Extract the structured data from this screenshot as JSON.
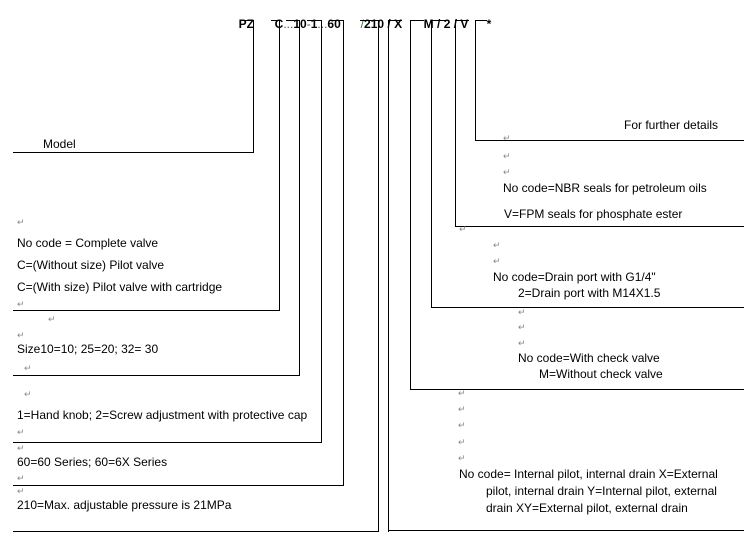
{
  "header": {
    "code_parts": [
      "PZ",
      "C",
      "10",
      "1",
      "60",
      "210",
      "X",
      "M",
      "2",
      "V",
      "*"
    ],
    "separators": [
      "...",
      "-",
      "...",
      "/",
      "/",
      "/",
      "/"
    ]
  },
  "left_labels": {
    "model": "Model",
    "type_no_code": "No code = Complete valve",
    "type_c_without": "C=(Without size) Pilot valve",
    "type_c_with": "C=(With size) Pilot valve with cartridge",
    "size": "Size10=10; 25=20; 32= 30",
    "adjustment": "1=Hand knob; 2=Screw adjustment with protective cap",
    "series": "60=60 Series; 60=6X Series",
    "pressure": "210=Max. adjustable pressure is 21MPa"
  },
  "right_labels": {
    "further": "For further details",
    "seals_no_code": "No code=NBR seals for petroleum oils",
    "seals_v": "V=FPM seals for phosphate ester",
    "drain_no_code": "No code=Drain port with G1/4\"",
    "drain_2": "2=Drain port with M14X1.5",
    "check_no_code": "No code=With check valve",
    "check_m": "M=Without check valve",
    "pilot_line1": "No code= Internal pilot, internal drain X=External",
    "pilot_line2": "pilot, internal drain Y=Internal pilot, external",
    "pilot_line3": "drain XY=External pilot, external drain"
  },
  "paragraph_mark": "↵"
}
